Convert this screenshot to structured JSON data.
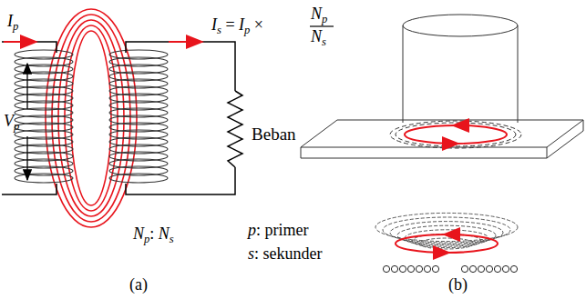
{
  "diagram": {
    "labels": [
      "Ip",
      "Vp",
      "Is = Ip ×",
      "Np",
      "Ns",
      "Beban",
      "Np: Ns",
      "p: primer",
      "s: sekunder",
      "(a)",
      "(b)"
    ]
  }
}
